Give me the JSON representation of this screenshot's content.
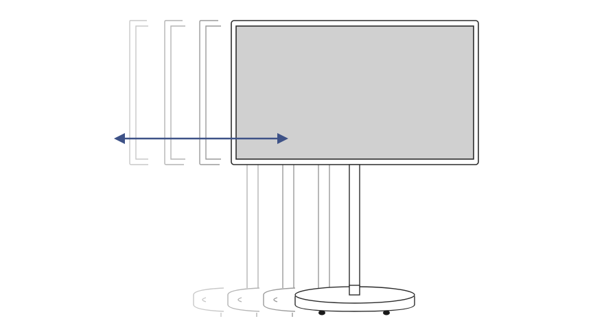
{
  "diagram": {
    "subject": "tv-on-rolling-stand",
    "ghost_positions": 3,
    "motion_arrow": "bidirectional-horizontal",
    "colors": {
      "background": "#ffffff",
      "screen_fill": "#d0d0d0",
      "outline": "#2b2b2b",
      "ghost_outline_near": "#9a9a9a",
      "ghost_outline_mid": "#b4b4b4",
      "ghost_outline_far": "#c8c8c8",
      "arrow": "#3e5287"
    }
  }
}
